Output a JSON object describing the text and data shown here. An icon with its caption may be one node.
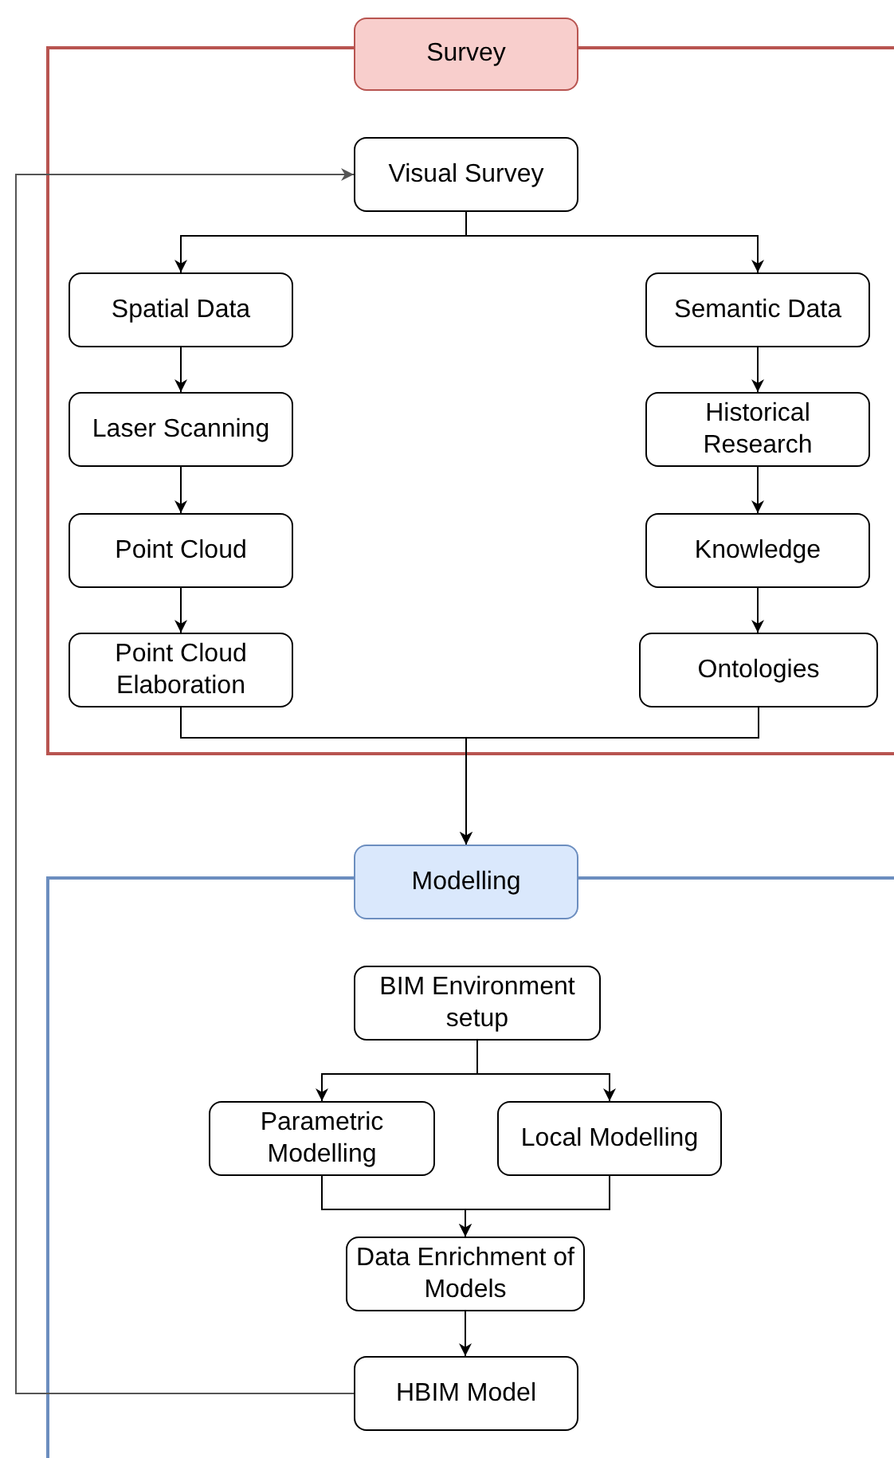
{
  "diagram": {
    "nodes": [
      {
        "text": [
          "Survey"
        ]
      },
      {
        "text": [],
        "shape": "box"
      },
      {
        "text": [
          "Visual Survey"
        ],
        "in": 1
      },
      {
        "text": [
          "Spatial Data"
        ],
        "in": 1
      },
      {
        "text": [
          "Laser Scanning"
        ],
        "in": 1
      },
      {
        "text": [
          "Point Cloud"
        ],
        "in": 1
      },
      {
        "text": [
          "Point Cloud Elaboration"
        ],
        "in": 1
      },
      {
        "text": [
          "Semantic Data"
        ],
        "in": 1
      },
      {
        "text": [
          "Historical Research"
        ],
        "in": 1
      },
      {
        "text": [
          "Knowledge"
        ],
        "in": 1
      },
      {
        "text": [
          "Ontologies"
        ],
        "in": 1
      },
      {
        "text": [
          "Modelling"
        ]
      },
      {
        "text": [],
        "shape": "box"
      },
      {
        "text": [
          "BIM Environment setup"
        ],
        "in": 12
      },
      {
        "text": [
          "Parametric Modelling"
        ],
        "in": 12
      },
      {
        "text": [
          "Local Modelling"
        ],
        "in": 12
      },
      {
        "text": [
          "Data Enrichment of Models"
        ],
        "in": 12
      },
      {
        "text": [
          "HBIM Model"
        ],
        "in": 12
      }
    ],
    "edges": [
      {
        "from": 2,
        "to": 3,
        "arrow": "to"
      },
      {
        "from": 2,
        "to": 7,
        "arrow": "to"
      },
      {
        "from": 3,
        "to": 4,
        "arrow": "to"
      },
      {
        "from": 4,
        "to": 5,
        "arrow": "to"
      },
      {
        "from": 5,
        "to": 6,
        "arrow": "to"
      },
      {
        "from": 7,
        "to": 8,
        "arrow": "to"
      },
      {
        "from": 8,
        "to": 9,
        "arrow": "to"
      },
      {
        "from": 9,
        "to": 10,
        "arrow": "to"
      },
      {
        "from": 6,
        "to": 11,
        "arrow": "to"
      },
      {
        "from": 10,
        "to": 11,
        "arrow": "to"
      },
      {
        "from": 13,
        "to": 14,
        "arrow": "to"
      },
      {
        "from": 13,
        "to": 15,
        "arrow": "to"
      },
      {
        "from": 14,
        "to": 16,
        "arrow": "to"
      },
      {
        "from": 15,
        "to": 16,
        "arrow": "to"
      },
      {
        "from": 16,
        "to": 17,
        "arrow": "to"
      },
      {
        "from": 17,
        "to": 2,
        "arrow": "to",
        "color": "#555555"
      }
    ]
  }
}
